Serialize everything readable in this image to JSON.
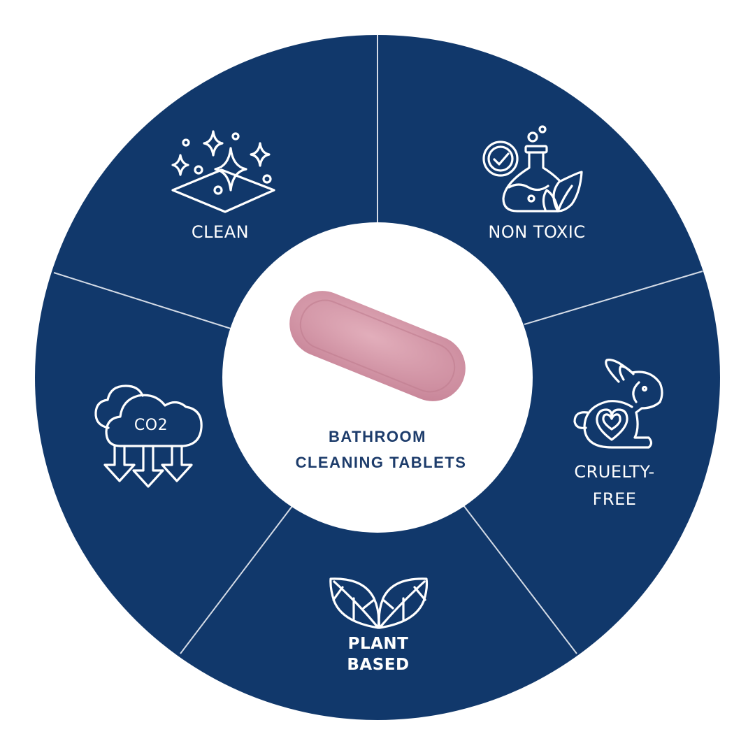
{
  "colors": {
    "wheel": "#11386b",
    "divider": "#d4dbe6",
    "center_fill": "#ffffff",
    "center_text": "#1d3c6b",
    "tablet": "#d79aa8"
  },
  "center": {
    "line1": "BATHROOM",
    "line2": "CLEANING TABLETS"
  },
  "segments": [
    {
      "id": "clean",
      "label_lines": [
        "CLEAN"
      ],
      "icon": "sparkles-surface-icon"
    },
    {
      "id": "non-toxic",
      "label_lines": [
        "NON TOXIC"
      ],
      "icon": "flask-leaf-check-icon"
    },
    {
      "id": "cruelty-free",
      "label_lines": [
        "CRUELTY-",
        "FREE"
      ],
      "icon": "rabbit-heart-icon"
    },
    {
      "id": "plant-based",
      "label_lines": [
        "PLANT",
        "BASED"
      ],
      "icon": "leaves-icon"
    },
    {
      "id": "co2",
      "label_lines": [],
      "icon": "co2-cloud-icon",
      "icon_text": "CO2"
    }
  ]
}
